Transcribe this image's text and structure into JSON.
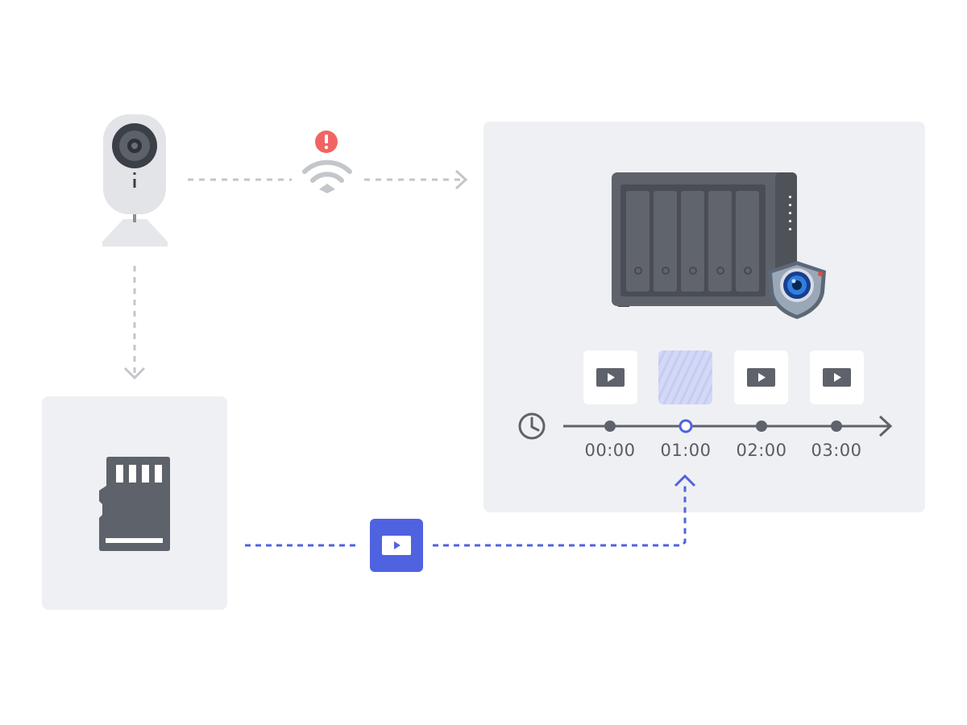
{
  "colors": {
    "panel_bg": "#eff0f3",
    "dark_gray": "#5e626a",
    "dashed_gray": "#c3c6cb",
    "accent_blue": "#4f63e0",
    "alert_red": "#f26464"
  },
  "icons": [
    "camera-icon",
    "wifi-icon",
    "alert-icon",
    "nas-icon",
    "surveillance-camera-badge-icon",
    "sd-card-icon",
    "play-icon",
    "clock-icon"
  ],
  "timeline": {
    "labels": [
      "00:00",
      "01:00",
      "02:00",
      "03:00"
    ],
    "missing_index": 1
  }
}
